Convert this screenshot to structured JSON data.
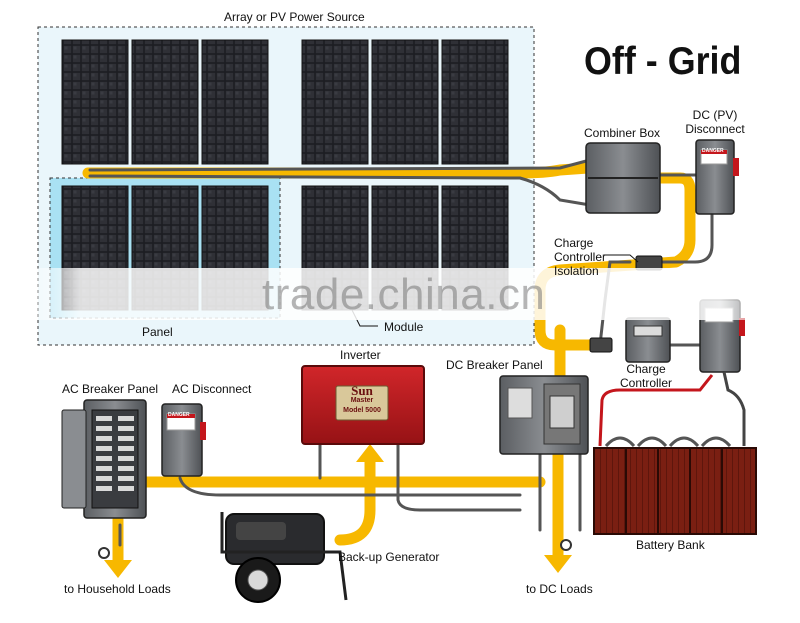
{
  "title": "Off - Grid",
  "labels": {
    "array": "Array or PV Power Source",
    "panel": "Panel",
    "module": "Module",
    "combiner": "Combiner Box",
    "dc_pv_disconnect_1": "DC (PV)",
    "dc_pv_disconnect_2": "Disconnect",
    "cc_isolation_1": "Charge",
    "cc_isolation_2": "Controller",
    "cc_isolation_3": "Isolation",
    "charge_controller_1": "Charge",
    "charge_controller_2": "Controller",
    "inverter": "Inverter",
    "dc_breaker": "DC  Breaker Panel",
    "ac_breaker": "AC Breaker Panel",
    "ac_disconnect": "AC Disconnect",
    "generator": "Back-up Generator",
    "battery": "Battery Bank",
    "household": "to Household Loads",
    "dc_loads": "to DC Loads"
  },
  "inverter_brand": {
    "line1": "Sun",
    "line2": "Master",
    "line3": "Model 5000"
  },
  "warning_tag": "DANGER",
  "watermark": "trade.china.cn",
  "colors": {
    "wire_yellow": "#f7b800",
    "panel_dark": "#1c1d22",
    "inverter_red": "#b3171b",
    "battery_red": "#7a1f12",
    "box_gray": "#6b6e72",
    "array_bg": "#eaf6fb",
    "panel_bg": "#a9e1f3"
  }
}
